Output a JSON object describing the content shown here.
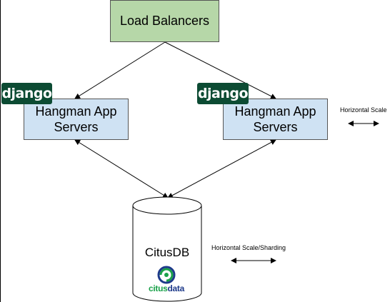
{
  "diagram": {
    "load_balancers": "Load Balancers",
    "app_server_left": {
      "logo": "django",
      "label": "Hangman App Servers"
    },
    "app_server_right": {
      "logo": "django",
      "label": "Hangman App Servers"
    },
    "database": {
      "label": "CitusDB",
      "logo_text_part1": "citus",
      "logo_text_part2": "data"
    },
    "note_app_scale": "Horizontal Scale",
    "note_db_scale": "Horizontal Scale/Sharding"
  },
  "colors": {
    "load_balancer_fill": "#b6d7a8",
    "app_server_fill": "#cfe2f3",
    "django_green": "#0c4b33",
    "citus_green": "#1aa14a",
    "citus_navy": "#1e3a8a"
  }
}
